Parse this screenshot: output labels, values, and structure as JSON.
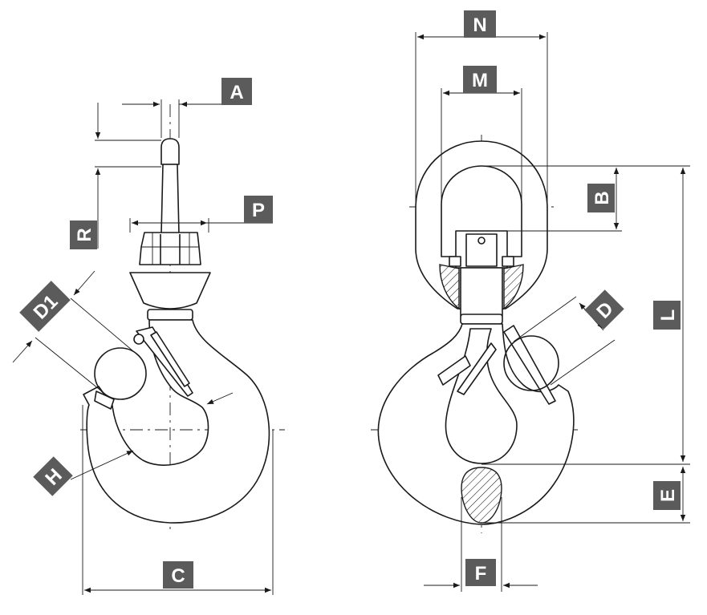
{
  "labels": {
    "A": "A",
    "P": "P",
    "R": "R",
    "D1": "D1",
    "H": "H",
    "C": "C",
    "N": "N",
    "M": "M",
    "B": "B",
    "L": "L",
    "D": "D",
    "E": "E",
    "F": "F"
  }
}
